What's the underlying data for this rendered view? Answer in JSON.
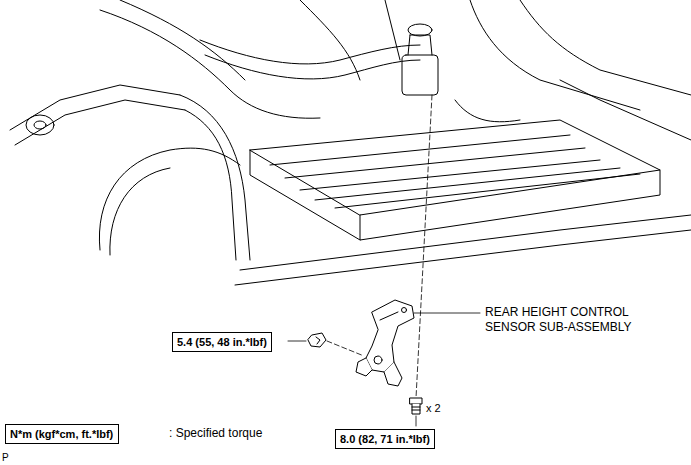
{
  "diagram": {
    "nodes": [
      {
        "text": [
          "5.4 (55, 48 in.*lbf)"
        ]
      },
      {
        "text": [
          "N*m (kgf*cm, ft.*lbf)"
        ]
      },
      {
        "text": [
          "8.0 (82, 71 in.*lbf)"
        ]
      }
    ],
    "labels": [
      "REAR HEIGHT CONTROL SENSOR SUB-ASSEMBLY",
      "x 2",
      ": Specified torque",
      "P"
    ]
  }
}
